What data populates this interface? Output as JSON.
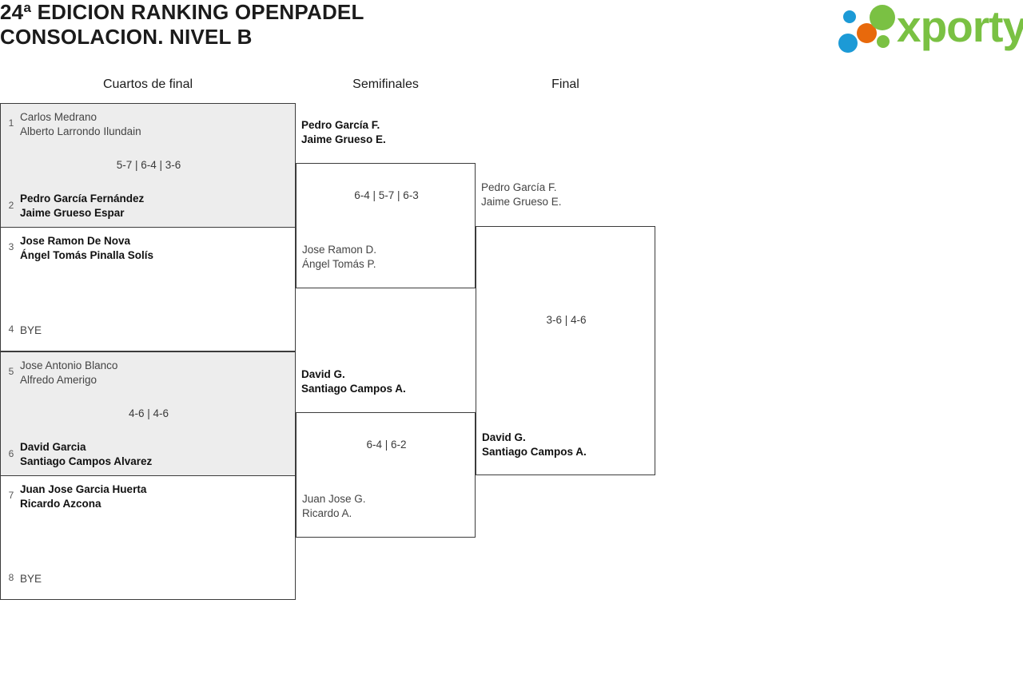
{
  "header": {
    "title": "24ª EDICION RANKING OPENPADEL\nCONSOLACION. NIVEL B",
    "logo_word": "xporty"
  },
  "columns": {
    "quarterfinals": "Cuartos de final",
    "semifinals": "Semifinales",
    "final": "Final"
  },
  "bracket": {
    "quarterfinals": [
      {
        "seed_top": "1",
        "team_top": "Carlos Medrano\nAlberto Larrondo Ilundain",
        "seed_bottom": "2",
        "team_bottom": "Pedro García Fernández\nJaime Grueso Espar",
        "score": "5-7 | 6-4 | 3-6",
        "winner": "bottom"
      },
      {
        "seed_top": "3",
        "team_top": "Jose Ramon De Nova\nÁngel Tomás Pinalla Solís",
        "seed_bottom": "4",
        "team_bottom": "BYE",
        "score": "",
        "winner": "top"
      },
      {
        "seed_top": "5",
        "team_top": "Jose Antonio Blanco\nAlfredo Amerigo",
        "seed_bottom": "6",
        "team_bottom": "David Garcia\nSantiago Campos Alvarez",
        "score": "4-6 | 4-6",
        "winner": "bottom"
      },
      {
        "seed_top": "7",
        "team_top": "Juan Jose Garcia Huerta\nRicardo Azcona",
        "seed_bottom": "8",
        "team_bottom": "BYE",
        "score": "",
        "winner": "top"
      }
    ],
    "semifinals": [
      {
        "team_top": "Pedro García F.\nJaime Grueso E.",
        "team_bottom": "Jose Ramon D.\nÁngel Tomás P.",
        "score": "6-4 | 5-7 | 6-3",
        "winner": "top"
      },
      {
        "team_top": "David G.\nSantiago Campos A.",
        "team_bottom": "Juan Jose G.\nRicardo A.",
        "score": "6-4 | 6-2",
        "winner": "top"
      }
    ],
    "final": {
      "team_top": "Pedro García F.\nJaime Grueso E.",
      "team_bottom": "David G.\nSantiago Campos A.",
      "score": "3-6 | 4-6",
      "winner": "bottom"
    }
  }
}
